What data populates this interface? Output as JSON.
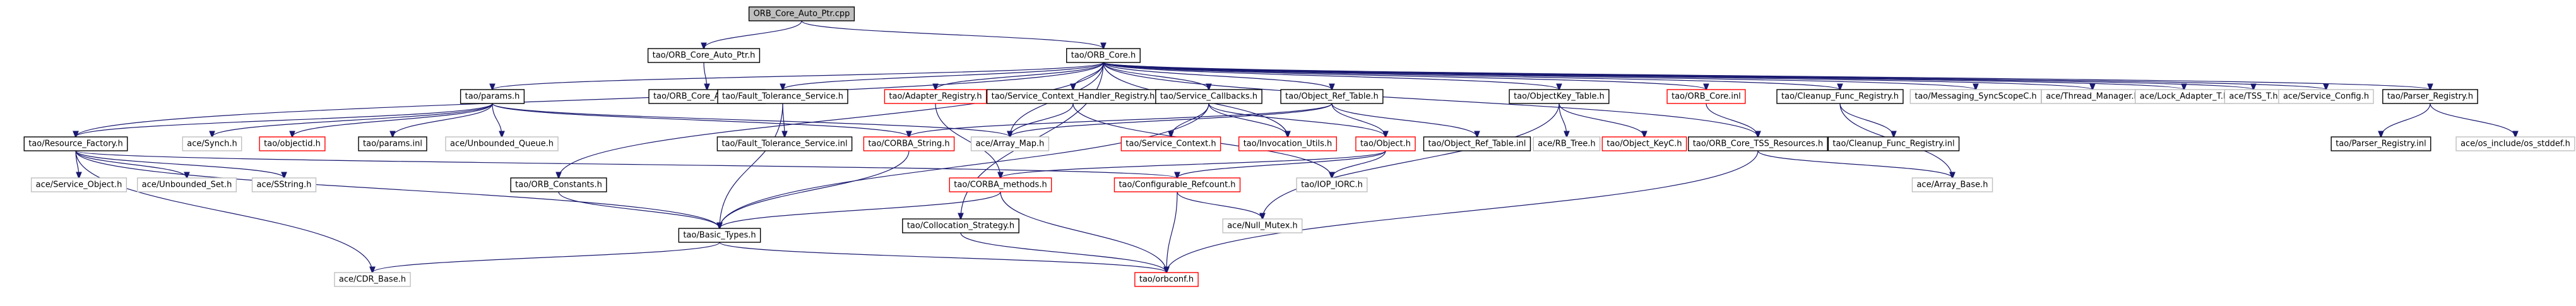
{
  "colors": {
    "edge": "#191970",
    "root_fill": "#bfbfbf",
    "documented_border": "#000000",
    "undocumented_border": "#ff0000",
    "system_border": "#bfbfbf",
    "text": "#000000"
  },
  "nodes": [
    {
      "id": "root",
      "label": "ORB_Core_Auto_Ptr.cpp",
      "kind": "root"
    },
    {
      "id": "core_auto_ptr_h",
      "label": "tao/ORB_Core_Auto_Ptr.h",
      "kind": "documented"
    },
    {
      "id": "orb_core_h",
      "label": "tao/ORB_Core.h",
      "kind": "documented"
    },
    {
      "id": "core_auto_ptr_inl",
      "label": "tao/ORB_Core_Auto_Ptr.inl",
      "kind": "documented"
    },
    {
      "id": "params_h",
      "label": "tao/params.h",
      "kind": "documented"
    },
    {
      "id": "ft_service_h",
      "label": "tao/Fault_Tolerance_Service.h",
      "kind": "documented"
    },
    {
      "id": "adapter_registry_h",
      "label": "tao/Adapter_Registry.h",
      "kind": "undocumented"
    },
    {
      "id": "scx_handler_registry_h",
      "label": "tao/Service_Context_Handler_Registry.h",
      "kind": "documented"
    },
    {
      "id": "service_callbacks_h",
      "label": "tao/Service_Callbacks.h",
      "kind": "documented"
    },
    {
      "id": "object_ref_table_h",
      "label": "tao/Object_Ref_Table.h",
      "kind": "documented"
    },
    {
      "id": "objectkey_table_h",
      "label": "tao/ObjectKey_Table.h",
      "kind": "documented"
    },
    {
      "id": "orb_core_inl",
      "label": "tao/ORB_Core.inl",
      "kind": "undocumented"
    },
    {
      "id": "cleanup_func_registry_h",
      "label": "tao/Cleanup_Func_Registry.h",
      "kind": "documented"
    },
    {
      "id": "messaging_syncscopec_h",
      "label": "tao/Messaging_SyncScopeC.h",
      "kind": "system"
    },
    {
      "id": "thread_manager_h",
      "label": "ace/Thread_Manager.h",
      "kind": "system"
    },
    {
      "id": "lock_adapter_t_h",
      "label": "ace/Lock_Adapter_T.h",
      "kind": "system"
    },
    {
      "id": "tss_t_h",
      "label": "ace/TSS_T.h",
      "kind": "system"
    },
    {
      "id": "service_config_h",
      "label": "ace/Service_Config.h",
      "kind": "system"
    },
    {
      "id": "parser_registry_h",
      "label": "tao/Parser_Registry.h",
      "kind": "documented"
    },
    {
      "id": "resource_factory_h",
      "label": "tao/Resource_Factory.h",
      "kind": "documented"
    },
    {
      "id": "synch_h",
      "label": "ace/Synch.h",
      "kind": "system"
    },
    {
      "id": "objectid_h",
      "label": "tao/objectid.h",
      "kind": "undocumented"
    },
    {
      "id": "params_inl",
      "label": "tao/params.inl",
      "kind": "documented"
    },
    {
      "id": "unbounded_queue_h",
      "label": "ace/Unbounded_Queue.h",
      "kind": "system"
    },
    {
      "id": "ft_service_inl",
      "label": "tao/Fault_Tolerance_Service.inl",
      "kind": "documented"
    },
    {
      "id": "corba_string_h",
      "label": "tao/CORBA_String.h",
      "kind": "undocumented"
    },
    {
      "id": "array_map_h",
      "label": "ace/Array_Map.h",
      "kind": "system"
    },
    {
      "id": "service_context_h",
      "label": "tao/Service_Context.h",
      "kind": "undocumented"
    },
    {
      "id": "invocation_utils_h",
      "label": "tao/Invocation_Utils.h",
      "kind": "undocumented"
    },
    {
      "id": "object_h",
      "label": "tao/Object.h",
      "kind": "undocumented"
    },
    {
      "id": "object_ref_table_inl",
      "label": "tao/Object_Ref_Table.inl",
      "kind": "documented"
    },
    {
      "id": "rb_tree_h",
      "label": "ace/RB_Tree.h",
      "kind": "system"
    },
    {
      "id": "object_keyc_h",
      "label": "tao/Object_KeyC.h",
      "kind": "undocumented"
    },
    {
      "id": "tss_resources_h",
      "label": "tao/ORB_Core_TSS_Resources.h",
      "kind": "documented"
    },
    {
      "id": "cleanup_func_registry_inl",
      "label": "tao/Cleanup_Func_Registry.inl",
      "kind": "documented"
    },
    {
      "id": "array_base_h",
      "label": "ace/Array_Base.h",
      "kind": "system"
    },
    {
      "id": "parser_registry_inl",
      "label": "tao/Parser_Registry.inl",
      "kind": "documented"
    },
    {
      "id": "os_stddef_h",
      "label": "ace/os_include/os_stddef.h",
      "kind": "system"
    },
    {
      "id": "service_object_h",
      "label": "ace/Service_Object.h",
      "kind": "system"
    },
    {
      "id": "unbounded_set_h",
      "label": "ace/Unbounded_Set.h",
      "kind": "system"
    },
    {
      "id": "sstring_h",
      "label": "ace/SString.h",
      "kind": "system"
    },
    {
      "id": "orb_constants_h",
      "label": "tao/ORB_Constants.h",
      "kind": "documented"
    },
    {
      "id": "corba_methods_h",
      "label": "tao/CORBA_methods.h",
      "kind": "undocumented"
    },
    {
      "id": "configurable_refcount_h",
      "label": "tao/Configurable_Refcount.h",
      "kind": "undocumented"
    },
    {
      "id": "iop_iorc_h",
      "label": "tao/IOP_IORC.h",
      "kind": "system"
    },
    {
      "id": "collocation_strategy_h",
      "label": "tao/Collocation_Strategy.h",
      "kind": "documented"
    },
    {
      "id": "null_mutex_h",
      "label": "ace/Null_Mutex.h",
      "kind": "system"
    },
    {
      "id": "basic_types_h",
      "label": "tao/Basic_Types.h",
      "kind": "documented"
    },
    {
      "id": "cdr_base_h",
      "label": "ace/CDR_Base.h",
      "kind": "system"
    },
    {
      "id": "orbconf_h",
      "label": "tao/orbconf.h",
      "kind": "undocumented"
    }
  ],
  "edges": [
    [
      "root",
      "core_auto_ptr_h"
    ],
    [
      "root",
      "orb_core_h"
    ],
    [
      "core_auto_ptr_h",
      "core_auto_ptr_inl"
    ],
    [
      "orb_core_h",
      "params_h"
    ],
    [
      "orb_core_h",
      "ft_service_h"
    ],
    [
      "orb_core_h",
      "adapter_registry_h"
    ],
    [
      "orb_core_h",
      "scx_handler_registry_h"
    ],
    [
      "orb_core_h",
      "service_callbacks_h"
    ],
    [
      "orb_core_h",
      "object_ref_table_h"
    ],
    [
      "orb_core_h",
      "objectkey_table_h"
    ],
    [
      "orb_core_h",
      "orb_core_inl"
    ],
    [
      "orb_core_h",
      "cleanup_func_registry_h"
    ],
    [
      "orb_core_h",
      "messaging_syncscopec_h"
    ],
    [
      "orb_core_h",
      "thread_manager_h"
    ],
    [
      "orb_core_h",
      "lock_adapter_t_h"
    ],
    [
      "orb_core_h",
      "tss_t_h"
    ],
    [
      "orb_core_h",
      "service_config_h"
    ],
    [
      "orb_core_h",
      "parser_registry_h"
    ],
    [
      "orb_core_h",
      "resource_factory_h"
    ],
    [
      "orb_core_h",
      "orb_constants_h"
    ],
    [
      "orb_core_h",
      "collocation_strategy_h"
    ],
    [
      "orb_core_h",
      "tss_resources_h"
    ],
    [
      "orb_core_h",
      "invocation_utils_h"
    ],
    [
      "orb_core_h",
      "array_map_h"
    ],
    [
      "params_h",
      "resource_factory_h"
    ],
    [
      "params_h",
      "synch_h"
    ],
    [
      "params_h",
      "objectid_h"
    ],
    [
      "params_h",
      "params_inl"
    ],
    [
      "params_h",
      "unbounded_queue_h"
    ],
    [
      "params_h",
      "corba_string_h"
    ],
    [
      "params_h",
      "array_map_h"
    ],
    [
      "ft_service_h",
      "ft_service_inl"
    ],
    [
      "ft_service_h",
      "basic_types_h"
    ],
    [
      "adapter_registry_h",
      "corba_methods_h"
    ],
    [
      "scx_handler_registry_h",
      "array_map_h"
    ],
    [
      "scx_handler_registry_h",
      "iop_iorc_h"
    ],
    [
      "service_callbacks_h",
      "service_context_h"
    ],
    [
      "service_callbacks_h",
      "invocation_utils_h"
    ],
    [
      "service_callbacks_h",
      "object_h"
    ],
    [
      "service_callbacks_h",
      "basic_types_h"
    ],
    [
      "object_ref_table_h",
      "object_ref_table_inl"
    ],
    [
      "object_ref_table_h",
      "object_h"
    ],
    [
      "object_ref_table_h",
      "corba_string_h"
    ],
    [
      "object_ref_table_h",
      "array_map_h"
    ],
    [
      "objectkey_table_h",
      "rb_tree_h"
    ],
    [
      "objectkey_table_h",
      "object_keyc_h"
    ],
    [
      "objectkey_table_h",
      "null_mutex_h"
    ],
    [
      "orb_core_inl",
      "tss_resources_h"
    ],
    [
      "cleanup_func_registry_h",
      "cleanup_func_registry_inl"
    ],
    [
      "cleanup_func_registry_h",
      "array_base_h"
    ],
    [
      "parser_registry_h",
      "parser_registry_inl"
    ],
    [
      "parser_registry_h",
      "os_stddef_h"
    ],
    [
      "resource_factory_h",
      "service_object_h"
    ],
    [
      "resource_factory_h",
      "unbounded_set_h"
    ],
    [
      "resource_factory_h",
      "sstring_h"
    ],
    [
      "resource_factory_h",
      "basic_types_h"
    ],
    [
      "resource_factory_h",
      "cdr_base_h"
    ],
    [
      "resource_factory_h",
      "configurable_refcount_h"
    ],
    [
      "corba_string_h",
      "basic_types_h"
    ],
    [
      "object_h",
      "corba_methods_h"
    ],
    [
      "object_h",
      "configurable_refcount_h"
    ],
    [
      "object_h",
      "iop_iorc_h"
    ],
    [
      "orb_constants_h",
      "basic_types_h"
    ],
    [
      "corba_methods_h",
      "basic_types_h"
    ],
    [
      "corba_methods_h",
      "orbconf_h"
    ],
    [
      "configurable_refcount_h",
      "null_mutex_h"
    ],
    [
      "configurable_refcount_h",
      "orbconf_h"
    ],
    [
      "collocation_strategy_h",
      "orbconf_h"
    ],
    [
      "basic_types_h",
      "cdr_base_h"
    ],
    [
      "basic_types_h",
      "orbconf_h"
    ],
    [
      "tss_resources_h",
      "array_base_h"
    ],
    [
      "tss_resources_h",
      "orbconf_h"
    ]
  ]
}
